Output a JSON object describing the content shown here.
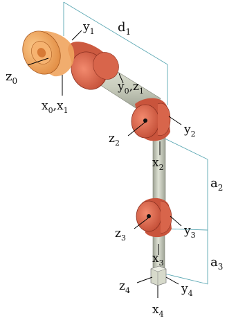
{
  "labels": {
    "d1": {
      "base": "d",
      "sub": "1"
    },
    "y1": {
      "base": "y",
      "sub": "1"
    },
    "z0": {
      "base": "z",
      "sub": "0"
    },
    "x0x1": {
      "base1": "x",
      "sub1": "0",
      "sep": ",",
      "base2": "x",
      "sub2": "1"
    },
    "y0z1": {
      "base1": "y",
      "sub1": "0",
      "sep": ",",
      "base2": "z",
      "sub2": "1"
    },
    "z2": {
      "base": "z",
      "sub": "2"
    },
    "y2": {
      "base": "y",
      "sub": "2"
    },
    "x2": {
      "base": "x",
      "sub": "2"
    },
    "a2": {
      "base": "a",
      "sub": "2"
    },
    "z3": {
      "base": "z",
      "sub": "3"
    },
    "y3": {
      "base": "y",
      "sub": "3"
    },
    "x3": {
      "base": "x",
      "sub": "3"
    },
    "a3": {
      "base": "a",
      "sub": "3"
    },
    "z4": {
      "base": "z",
      "sub": "4"
    },
    "y4": {
      "base": "y",
      "sub": "4"
    },
    "x4": {
      "base": "x",
      "sub": "4"
    }
  },
  "colors": {
    "joint": "#e66a4e",
    "joint_dark": "#b8432d",
    "base_joint": "#f2a35c",
    "link": "#cfd3c4",
    "link_dark": "#9ea395",
    "dimension_line": "#5aa7b3"
  }
}
